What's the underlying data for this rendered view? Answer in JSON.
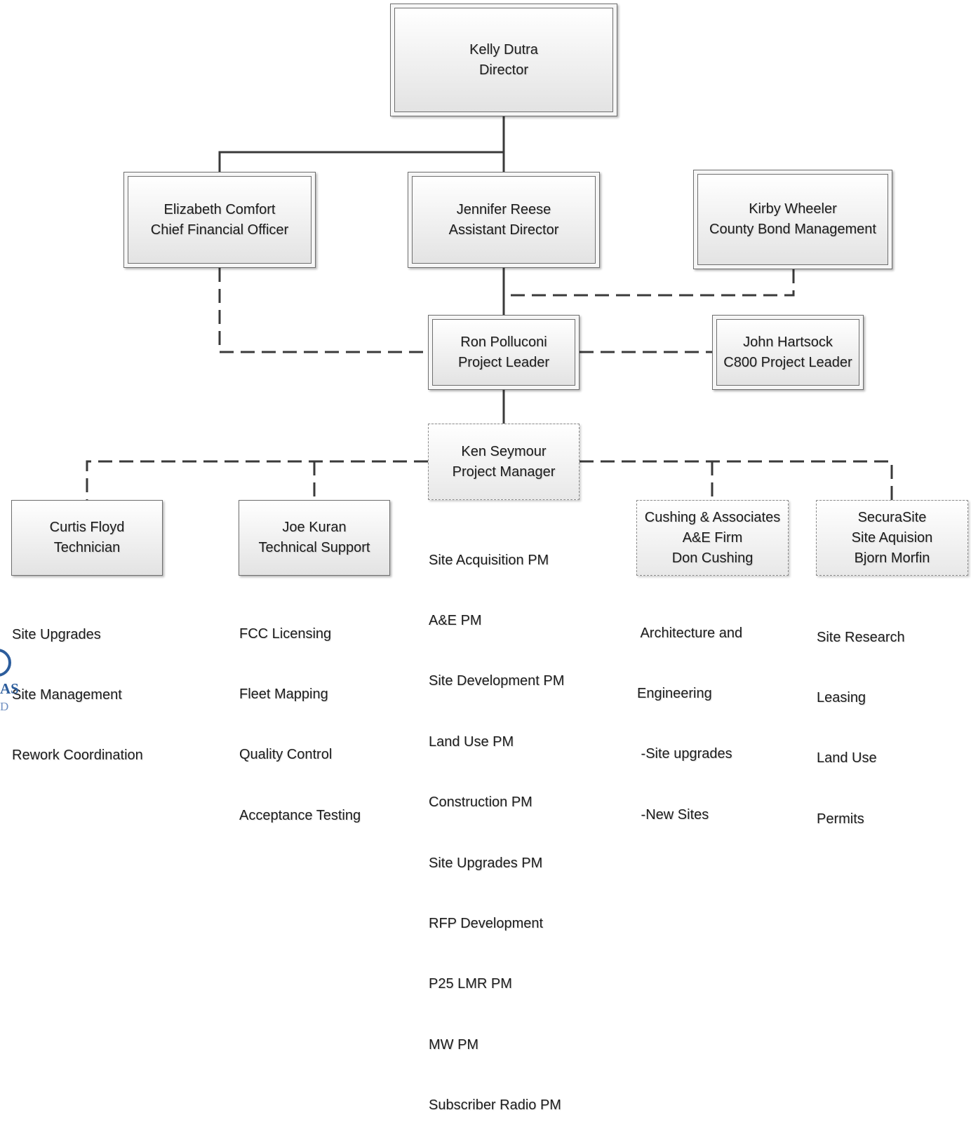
{
  "org_chart": {
    "director": {
      "name": "Kelly Dutra",
      "title": "Director"
    },
    "cfo": {
      "name": "Elizabeth Comfort",
      "title": "Chief Financial Officer"
    },
    "assistant_director": {
      "name": "Jennifer Reese",
      "title": "Assistant Director"
    },
    "bond_management": {
      "name": "Kirby Wheeler",
      "title": "County Bond Management"
    },
    "project_leader": {
      "name": "Ron Polluconi",
      "title": "Project Leader"
    },
    "c800_project_leader": {
      "name": "John Hartsock",
      "title": "C800 Project Leader"
    },
    "project_manager": {
      "name": "Ken Seymour",
      "title": "Project Manager",
      "responsibilities": [
        "Site Acquisition PM",
        "A&E PM",
        "Site Development PM",
        "Land Use PM",
        "Construction PM",
        "Site Upgrades PM",
        "RFP Development",
        "P25 LMR PM",
        "MW PM",
        "Subscriber Radio PM"
      ]
    },
    "technician": {
      "name": "Curtis Floyd",
      "title": "Technician",
      "responsibilities": [
        "Site Upgrades",
        "Site Management",
        "Rework Coordination"
      ]
    },
    "technical_support": {
      "name": "Joe Kuran",
      "title": "Technical Support",
      "responsibilities": [
        "FCC Licensing",
        "Fleet Mapping",
        "Quality Control",
        "Acceptance Testing"
      ]
    },
    "ae_firm": {
      "company": "Cushing & Associates",
      "title": "A&E Firm",
      "contact": "Don Cushing",
      "responsibilities": [
        " Architecture and",
        "Engineering",
        " -Site upgrades",
        " -New Sites"
      ]
    },
    "site_acquisition_firm": {
      "company": "SecuraSite",
      "title": "Site Aquision",
      "contact": "Bjorn Morfin",
      "responsibilities": [
        "Site Research",
        "Leasing",
        "Land Use",
        "Permits"
      ]
    }
  },
  "logo": {
    "line1": "AS",
    "line2": "D"
  },
  "colors": {
    "connector": "#3a3a3a",
    "box_border": "#6e6e6e",
    "logo_blue": "#2c5d9c"
  }
}
